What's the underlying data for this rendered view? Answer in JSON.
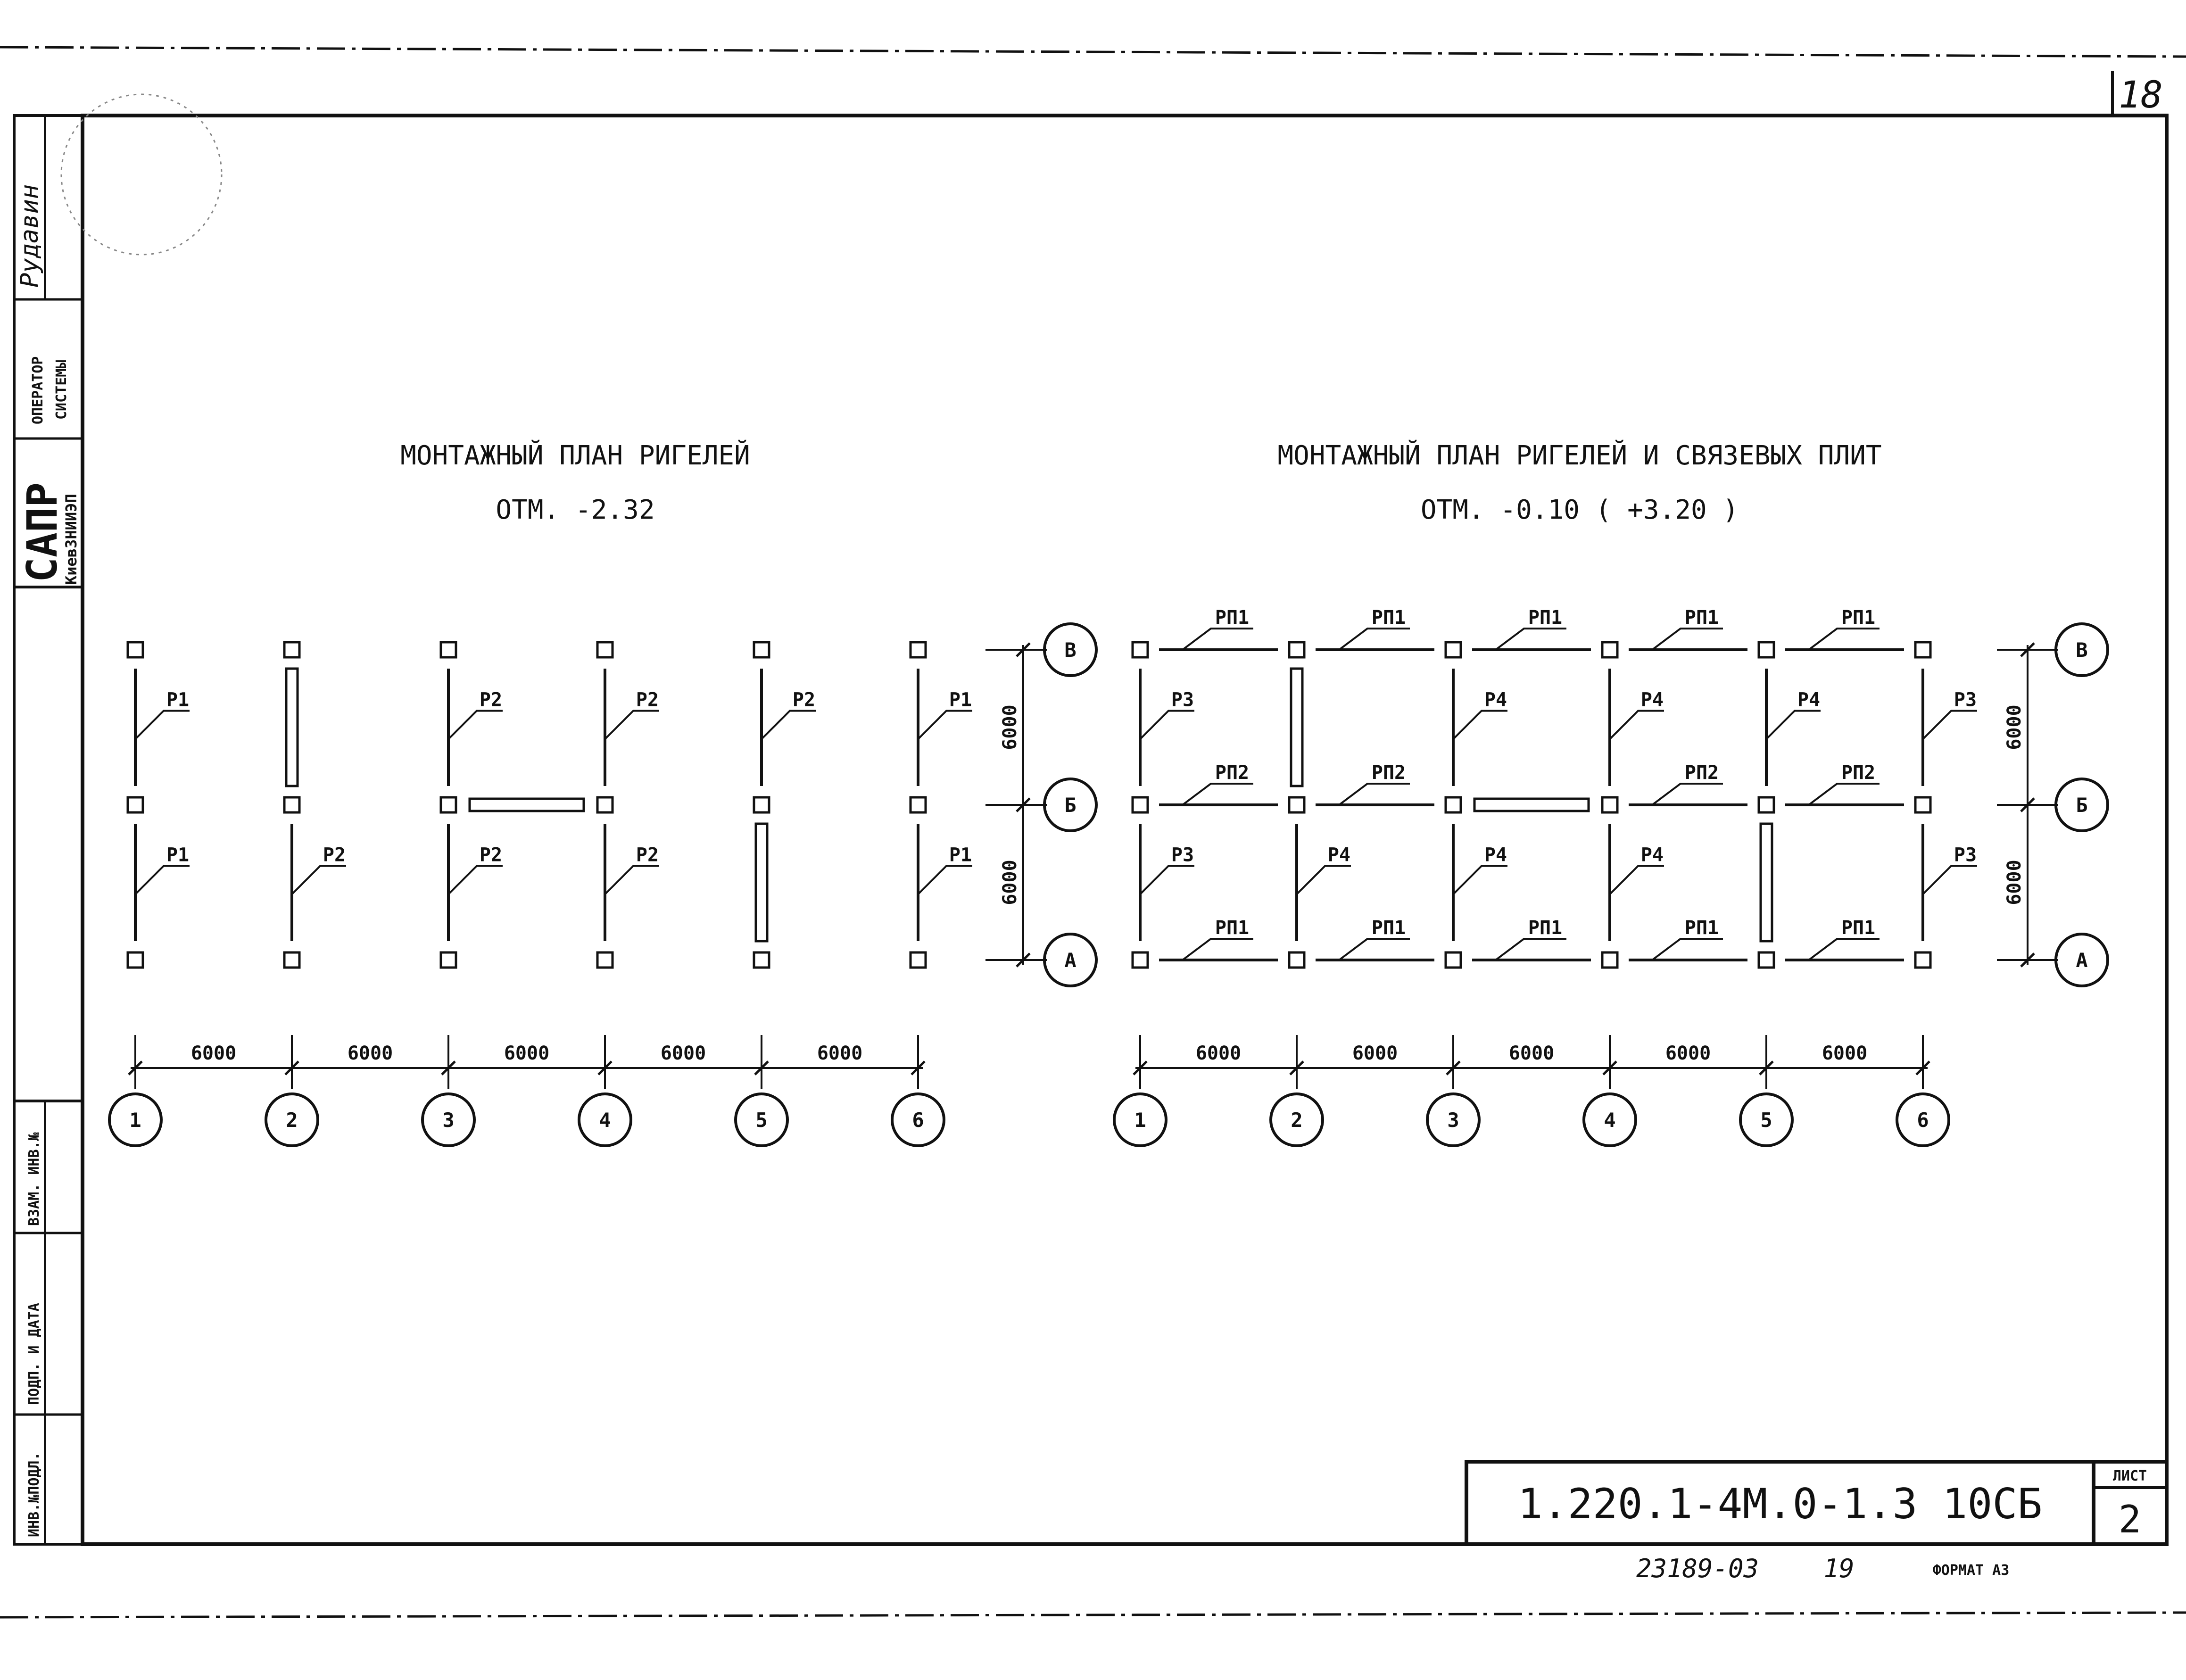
{
  "sheet": {
    "page_number": "18",
    "designation": "1.220.1-4М.0-1.3 10СБ",
    "sheet_label": "ЛИСТ",
    "sheet_number": "2",
    "archive_number": "23189-03",
    "archive_sheet": "19",
    "format": "ФОРМАТ А3"
  },
  "margin_stamp": {
    "org_main": "САПР",
    "org_sub": "КиевЗНИИЭП",
    "operator_line1": "ОПЕРАТОР",
    "operator_line2": "СИСТЕМЫ",
    "operator_name": "Рудавин",
    "fields": [
      "ИНВ.№ПОДЛ.",
      "ПОДП. И ДАТА",
      "ВЗАМ. ИНВ.№"
    ]
  },
  "plan_left": {
    "title": "МОНТАЖНЫЙ ПЛАН РИГЕЛЕЙ",
    "elevation": "ОТМ. -2.32",
    "axes": [
      "1",
      "2",
      "3",
      "4",
      "5",
      "6"
    ],
    "spans": [
      "6000",
      "6000",
      "6000",
      "6000",
      "6000"
    ],
    "upper_labels": [
      "Р1",
      "",
      "Р2",
      "Р2",
      "Р2",
      "Р1"
    ],
    "lower_labels": [
      "Р1",
      "Р2",
      "Р2",
      "Р2",
      "",
      "Р1"
    ]
  },
  "plan_right": {
    "title": "МОНТАЖНЫЙ ПЛАН РИГЕЛЕЙ И СВЯЗЕВЫХ ПЛИТ",
    "elevation": "ОТМ. -0.10 ( +3.20 )",
    "axes": [
      "1",
      "2",
      "3",
      "4",
      "5",
      "6"
    ],
    "spans": [
      "6000",
      "6000",
      "6000",
      "6000",
      "6000"
    ],
    "row_axes": [
      "В",
      "Б",
      "А"
    ],
    "row_dims": [
      "6000",
      "6000"
    ],
    "upper_labels": [
      "Р3",
      "",
      "Р4",
      "Р4",
      "Р4",
      "Р3"
    ],
    "lower_labels": [
      "Р3",
      "Р4",
      "Р4",
      "Р4",
      "",
      "Р3"
    ],
    "top_plates": [
      "РП1",
      "РП1",
      "РП1",
      "РП1",
      "РП1"
    ],
    "middle_plates": [
      "РП2",
      "РП2",
      "",
      "РП2",
      "РП2"
    ],
    "bottom_plates": [
      "РП1",
      "РП1",
      "РП1",
      "РП1",
      "РП1"
    ]
  },
  "middle_axes": {
    "row_axes": [
      "В",
      "Б",
      "А"
    ],
    "row_dims": [
      "6000",
      "6000"
    ]
  }
}
